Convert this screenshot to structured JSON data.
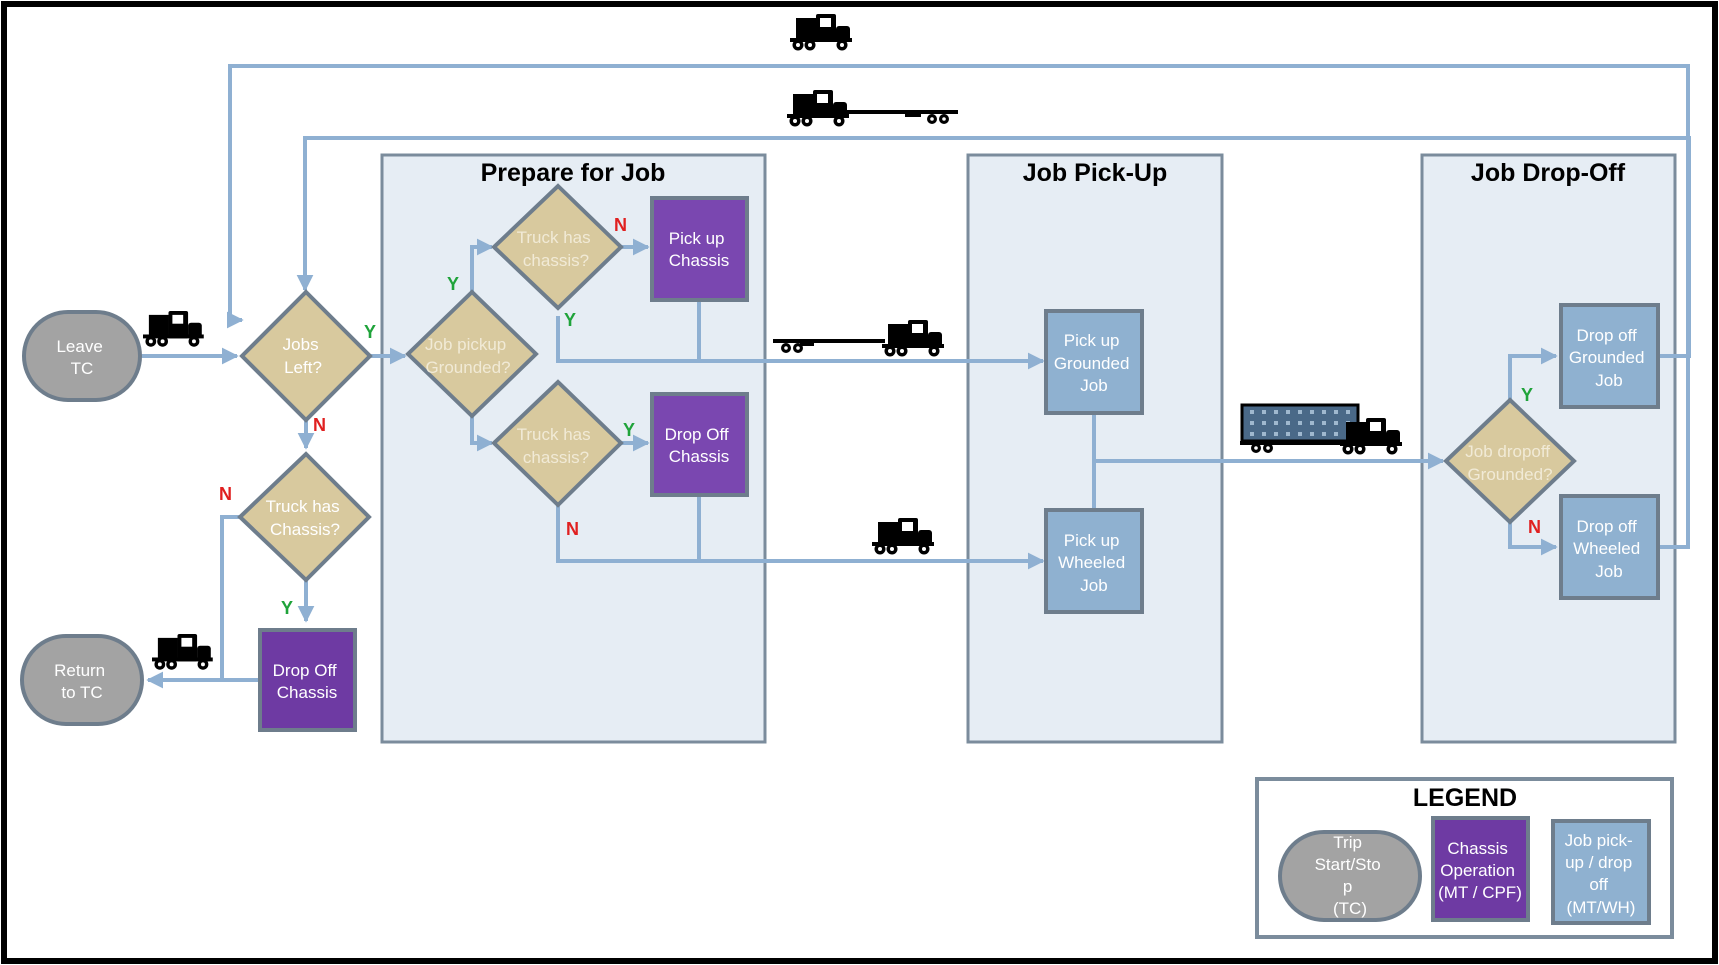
{
  "colors": {
    "lane_fill": "#e6edf4",
    "lane_stroke": "#7b8c9c",
    "arrow": "#8fb0d2",
    "terminal_fill": "#a3a3a3",
    "terminal_stroke": "#6e7d8c",
    "decision_fill": "#d8c99e",
    "decision_stroke": "#6e7d8c",
    "decision_text_dim": "#f1ead6",
    "chassis_fill": "#6e3aa3",
    "job_fill": "#8fb1d0",
    "job_stroke": "#6e7d8c",
    "yes": "#1fa33a",
    "no": "#e02020"
  },
  "lanes": {
    "prepare": "Prepare for Job",
    "pickup": "Job Pick-Up",
    "dropoff": "Job Drop-Off"
  },
  "nodes": {
    "leave_tc": [
      "Leave",
      "TC"
    ],
    "return_tc": [
      "Return",
      "to TC"
    ],
    "jobs_left": [
      "Jobs",
      "Left?"
    ],
    "truck_has_chassis_left": [
      "Truck has",
      "Chassis?"
    ],
    "drop_off_chassis_left": [
      "Drop Off",
      "Chassis"
    ],
    "job_pickup_grounded": [
      "Job pickup",
      "Grounded?"
    ],
    "truck_has_chassis_top": [
      "Truck has",
      "chassis?"
    ],
    "truck_has_chassis_bottom": [
      "Truck has",
      "chassis?"
    ],
    "pick_up_chassis": [
      "Pick up",
      "Chassis"
    ],
    "drop_off_chassis_mid": [
      "Drop Off",
      "Chassis"
    ],
    "pick_up_grounded_job": [
      "Pick up",
      "Grounded",
      "Job"
    ],
    "pick_up_wheeled_job": [
      "Pick up",
      "Wheeled",
      "Job"
    ],
    "job_dropoff_grounded": [
      "Job dropoff",
      "Grounded?"
    ],
    "drop_off_grounded_job": [
      "Drop off",
      "Grounded",
      "Job"
    ],
    "drop_off_wheeled_job": [
      "Drop off",
      "Wheeled",
      "Job"
    ]
  },
  "branch_labels": {
    "yes": "Y",
    "no": "N"
  },
  "legend": {
    "title": "LEGEND",
    "trip": [
      "Trip",
      "Start/Sto",
      "p",
      "(TC)"
    ],
    "chassis": [
      "Chassis",
      "Operation",
      "(MT / CPF)"
    ],
    "job": [
      "Job pick-",
      "up / drop",
      "off",
      "(MT/WH)"
    ]
  },
  "truck_icons": [
    "tractor-icon",
    "tractor-with-chassis-icon",
    "chassis-with-tractor-icon",
    "tractor-with-container-icon"
  ]
}
